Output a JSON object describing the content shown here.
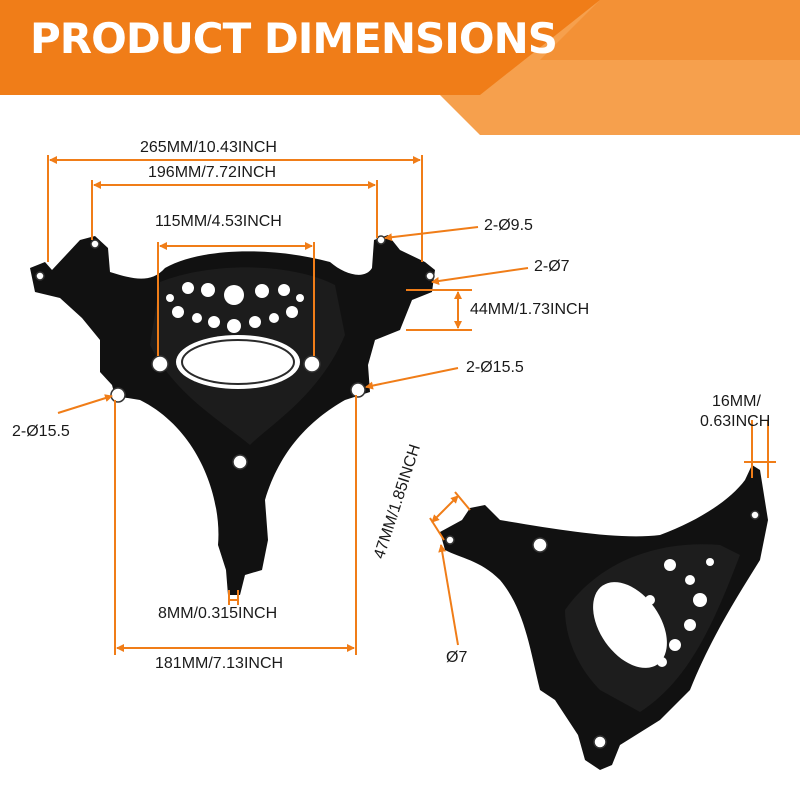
{
  "title": "PRODUCT DIMENSIONS",
  "colors": {
    "accent": "#f07d18",
    "accent_light": "#f6a04d",
    "part": "#111111",
    "text": "#1a1a1a"
  },
  "front_view": {
    "width_overall": "265MM/10.43INCH",
    "width_upper_holes": "196MM/7.72INCH",
    "width_inner_holes": "115MM/4.53INCH",
    "hole_upper": "2-Ø9.5",
    "hole_side": "2-Ø7",
    "height_side": "44MM/1.73INCH",
    "hole_lower_right": "2-Ø15.5",
    "hole_lower_left": "2-Ø15.5",
    "tab_width": "8MM/0.315INCH",
    "width_lower_holes": "181MM/7.13INCH"
  },
  "side_view": {
    "tab_thickness_line1": "16MM/",
    "tab_thickness_line2": "0.63INCH",
    "mount_length": "47MM/1.85INCH",
    "mount_hole": "Ø7"
  }
}
